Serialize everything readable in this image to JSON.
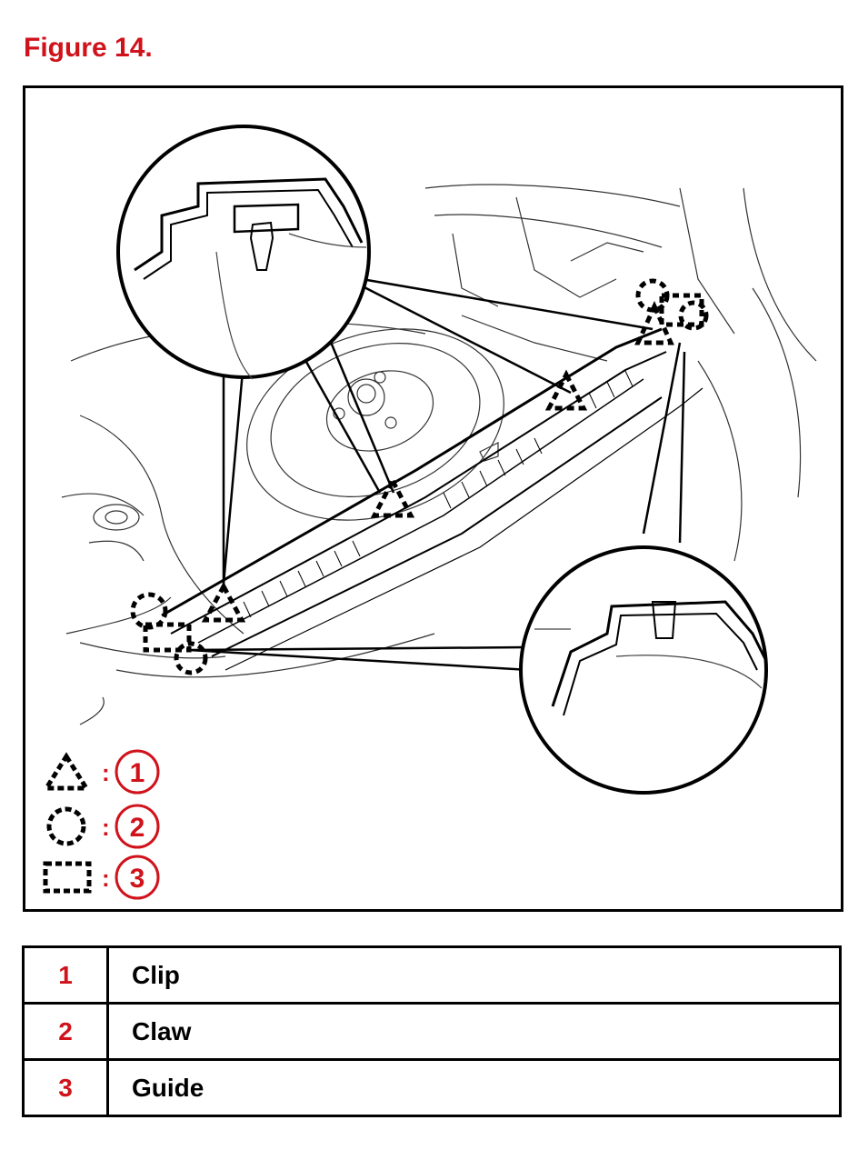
{
  "figure": {
    "title": "Figure 14.",
    "legend_keys": [
      {
        "symbol": "dashed-triangle",
        "number": "1"
      },
      {
        "symbol": "dashed-circle",
        "number": "2"
      },
      {
        "symbol": "dashed-square",
        "number": "3"
      }
    ],
    "colors": {
      "accent": "#d0121b",
      "line": "#000000"
    }
  },
  "legend_table": {
    "rows": [
      {
        "number": "1",
        "label": "Clip"
      },
      {
        "number": "2",
        "label": "Claw"
      },
      {
        "number": "3",
        "label": "Guide"
      }
    ]
  }
}
